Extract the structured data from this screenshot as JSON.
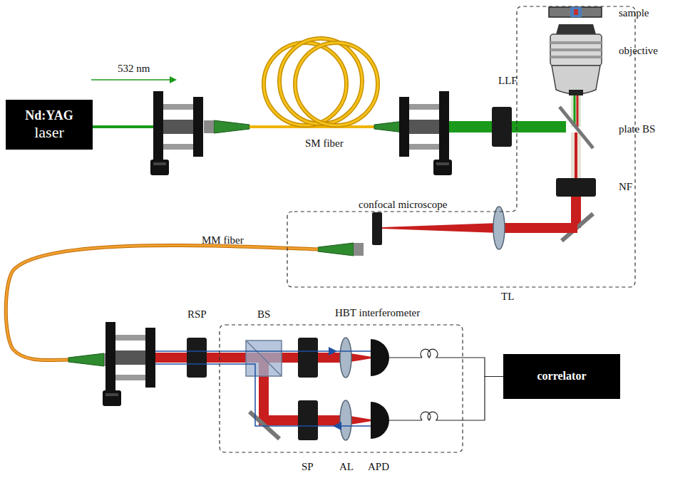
{
  "diagram": {
    "nodes": [
      {
        "text": [
          "Nd:YAG",
          "laser"
        ]
      },
      {
        "text": [
          "confocal microscope"
        ]
      },
      {
        "text": [
          "HBT interferometer"
        ]
      },
      {
        "text": [
          "correlator"
        ]
      }
    ],
    "edges": [
      {
        "from": 2,
        "to": 3,
        "arrow": "none"
      }
    ],
    "labels": [
      "532 nm",
      "SM fiber",
      "LLF",
      "sample",
      "objective",
      "plate BS",
      "NF",
      "TL",
      "MM fiber",
      "RSP",
      "BS",
      "SP",
      "AL",
      "APD"
    ]
  }
}
